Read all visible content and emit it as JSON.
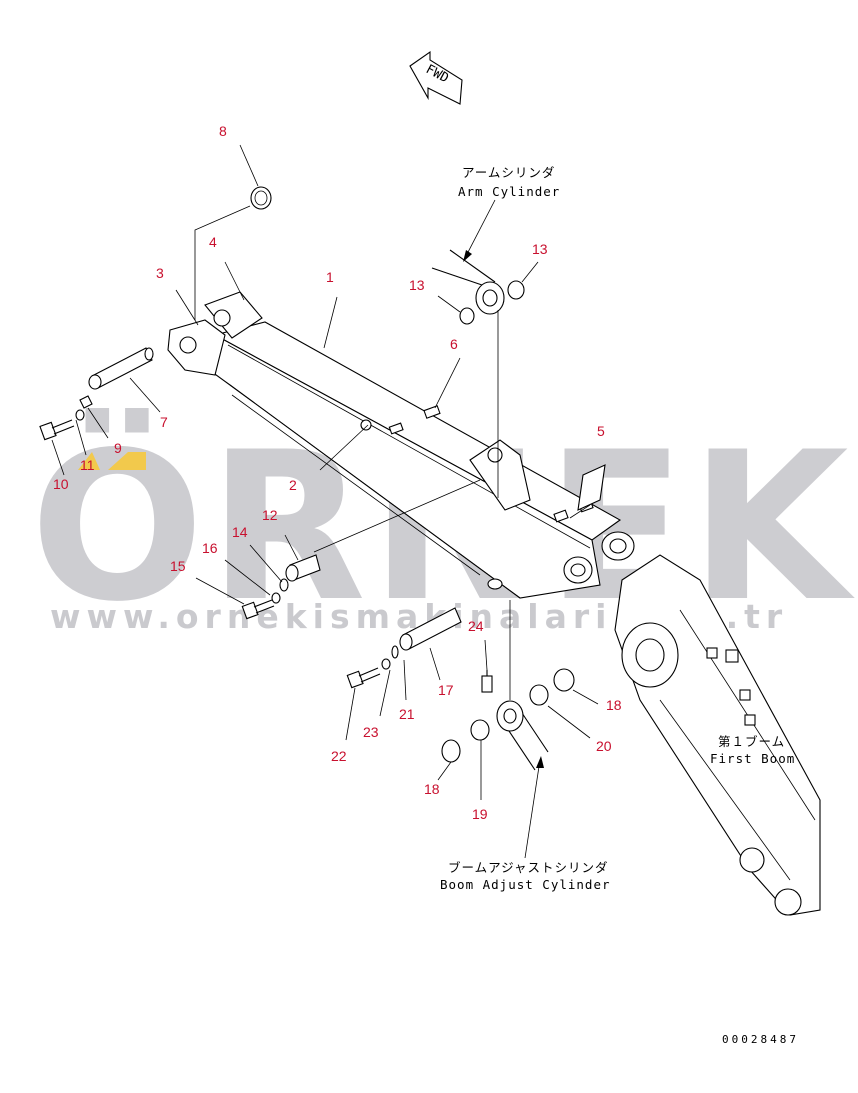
{
  "direction_label": "FWD",
  "watermark": {
    "logo": "ÖRNEK",
    "url": "www.ornekismakinalari.com.tr",
    "color": "#bdbdc2",
    "accent": "#f2c94c"
  },
  "callout_color": "#c8102e",
  "notes": {
    "arm_cylinder_jp": "アームシリンダ",
    "arm_cylinder_en": "Arm Cylinder",
    "first_boom_jp": "第１ブーム",
    "first_boom_en": "First Boom",
    "boom_adjust_jp": "ブームアジャストシリンダ",
    "boom_adjust_en": "Boom Adjust Cylinder"
  },
  "drawing_code": "00028487",
  "callouts": {
    "c1": "1",
    "c2": "2",
    "c3": "3",
    "c4": "4",
    "c5": "5",
    "c6": "6",
    "c7": "7",
    "c8": "8",
    "c9": "9",
    "c10": "10",
    "c11": "11",
    "c12": "12",
    "c13a": "13",
    "c13b": "13",
    "c14": "14",
    "c15": "15",
    "c16": "16",
    "c17": "17",
    "c18a": "18",
    "c18b": "18",
    "c19": "19",
    "c20": "20",
    "c21": "21",
    "c22": "22",
    "c23": "23",
    "c24": "24"
  }
}
